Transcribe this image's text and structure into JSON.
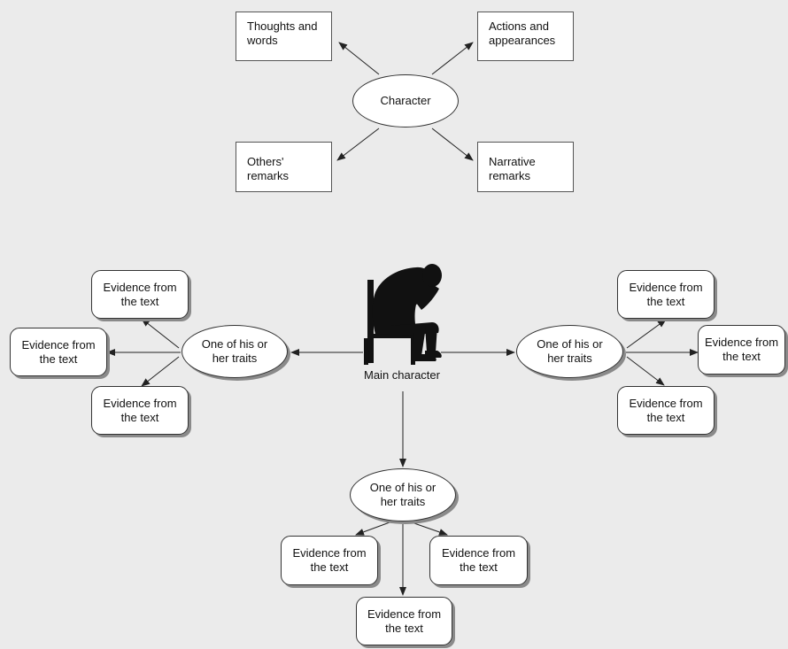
{
  "top_diagram": {
    "center": "Character",
    "boxes": {
      "top_left": "Thoughts and words",
      "top_right": "Actions and appearances",
      "bottom_left": "Others' remarks",
      "bottom_right": "Narrative remarks"
    }
  },
  "bottom_diagram": {
    "center_label": "Main character",
    "center_icon": "person-sitting-head-in-hands-icon",
    "left_trait": "One of his or her traits",
    "right_trait": "One of his or her traits",
    "bottom_trait": "One of his or her traits",
    "evidence": {
      "left_top": "Evidence from the text",
      "left_middle": "Evidence from the text",
      "left_bottom": "Evidence from the text",
      "right_top": "Evidence from the text",
      "right_middle": "Evidence from the text",
      "right_bottom": "Evidence from the text",
      "bottom_left": "Evidence from the text",
      "bottom_right": "Evidence from the text",
      "bottom_middle": "Evidence from the text"
    }
  },
  "colors": {
    "background": "#ebebeb",
    "box_fill": "#ffffff",
    "stroke": "#222222",
    "shadow": "#8a8a8a",
    "silhouette": "#111111"
  }
}
